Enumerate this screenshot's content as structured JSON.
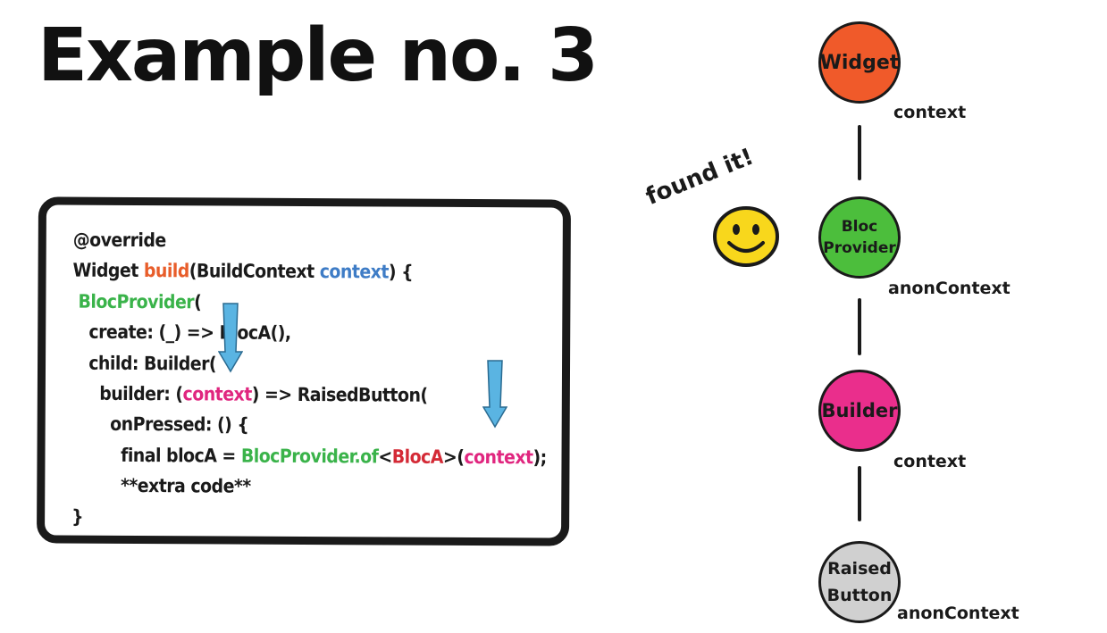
{
  "title": "Example no. 3",
  "code": {
    "l1": "@override",
    "l2a": "Widget ",
    "l2b": "build",
    "l2c": "(BuildContext ",
    "l2d": "context",
    "l2e": ") {",
    "l3a": " ",
    "l3b": "BlocProvider",
    "l3c": "(",
    "l4": "   create: (_) => BlocA(),",
    "l5": "   child: Builder(",
    "l6a": "     builder: (",
    "l6b": "context",
    "l6c": ") => RaisedButton(",
    "l7": "       onPressed: () {",
    "l8a": "         final blocA = ",
    "l8b": "BlocProvider.of",
    "l8c": "<",
    "l8d": "BlocA",
    "l8e": ">(",
    "l8f": "context",
    "l8g": ");",
    "l9": "         **extra code**",
    "l10": "}"
  },
  "tree": {
    "nodes": [
      {
        "label": "Widget",
        "context": "context",
        "color": "#f05a2a"
      },
      {
        "label_line1": "Bloc",
        "label_line2": "Provider",
        "context": "anonContext",
        "color": "#4cbe3c"
      },
      {
        "label": "Builder",
        "context": "context",
        "color": "#ea2e8c"
      },
      {
        "label_line1": "Raised",
        "label_line2": "Button",
        "context": "anonContext",
        "color": "#d0d0d0"
      }
    ]
  },
  "found_text": "found it!",
  "colors": {
    "arrow": "#5ab4e2",
    "smiley": "#f8d71c"
  }
}
